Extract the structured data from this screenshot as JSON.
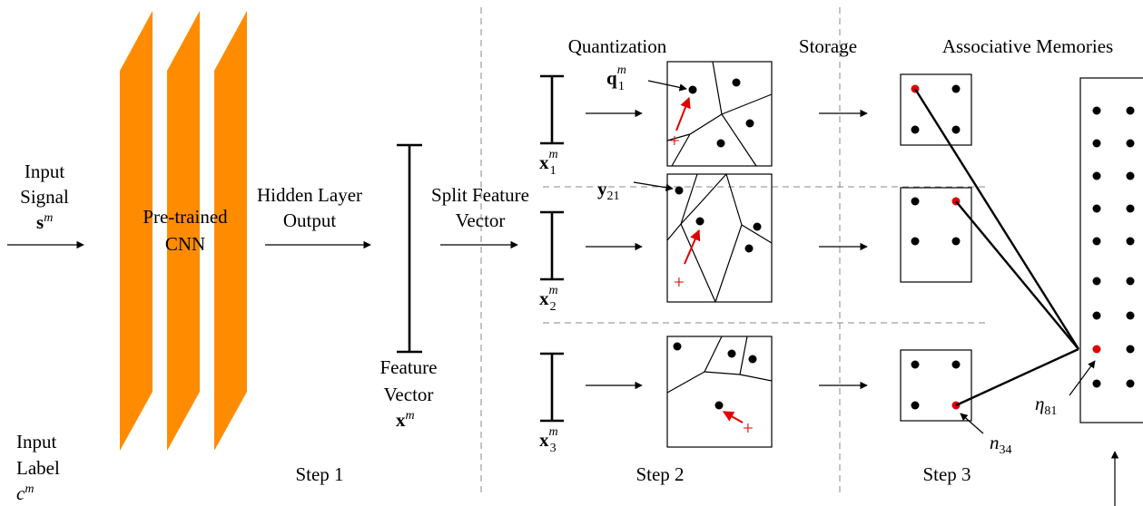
{
  "input_signal": {
    "line1": "Input",
    "line2": "Signal",
    "symbol": "s",
    "sup": "m"
  },
  "input_label": {
    "line1": "Input",
    "line2": "Label",
    "symbol": "c",
    "sup": "m"
  },
  "cnn": {
    "line1": "Pre-trained",
    "line2": "CNN"
  },
  "hidden_layer": {
    "line1": "Hidden Layer",
    "line2": "Output"
  },
  "feature_vector": {
    "line1": "Feature",
    "line2": "Vector",
    "symbol": "x",
    "sup": "m"
  },
  "split": {
    "line1": "Split Feature",
    "line2": "Vector"
  },
  "section_titles": {
    "quantization": "Quantization",
    "storage": "Storage",
    "memories": "Associative Memories"
  },
  "sub_vectors": [
    {
      "symbol": "x",
      "sub": "1",
      "sup": "m"
    },
    {
      "symbol": "x",
      "sub": "2",
      "sup": "m"
    },
    {
      "symbol": "x",
      "sub": "3",
      "sup": "m"
    }
  ],
  "annotations": {
    "q": {
      "symbol": "q",
      "sub": "1",
      "sup": "m"
    },
    "y": {
      "symbol": "y",
      "sub": "21"
    },
    "n": {
      "symbol": "n",
      "sub": "34"
    },
    "eta": {
      "symbol": "η",
      "sub": "81"
    }
  },
  "plus_sign": "+",
  "steps": {
    "step1": "Step 1",
    "step2": "Step 2",
    "step3": "Step 3"
  },
  "colors": {
    "cnn": "#ff8c00",
    "highlight": "#e00000",
    "divider": "#888888"
  }
}
